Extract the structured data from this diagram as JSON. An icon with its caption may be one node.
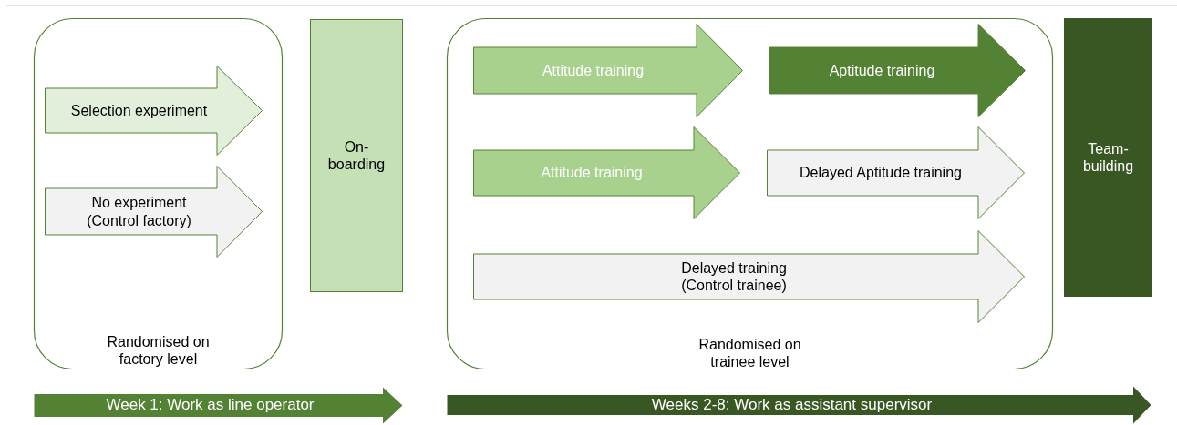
{
  "diagram": {
    "nodes": [
      {
        "text": [
          "Randomised on factory level"
        ]
      },
      {
        "text": [
          "Selection experiment"
        ],
        "in": 0
      },
      {
        "text": [
          "No experiment (Control factory)"
        ],
        "in": 0
      },
      {
        "text": [
          "On-boarding"
        ]
      },
      {
        "text": [
          "Randomised on trainee level"
        ]
      },
      {
        "text": [
          "Attitude training"
        ],
        "in": 4
      },
      {
        "text": [
          "Aptitude training"
        ],
        "in": 4
      },
      {
        "text": [
          "Attitude training"
        ],
        "in": 4
      },
      {
        "text": [
          "Delayed Aptitude training"
        ],
        "in": 4
      },
      {
        "text": [
          "Delayed training (Control trainee)"
        ],
        "in": 4
      },
      {
        "text": [
          "Team-building"
        ]
      },
      {
        "text": [
          "Week 1: Work as line operator"
        ]
      },
      {
        "text": [
          "Weeks 2-8: Work as assistant supervisor"
        ]
      }
    ],
    "edges": []
  }
}
